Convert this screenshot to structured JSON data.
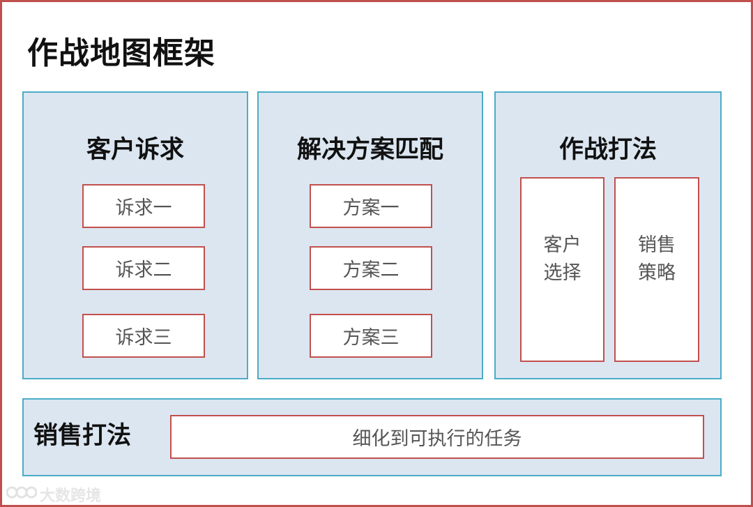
{
  "title": "作战地图框架",
  "panels": [
    {
      "title": "客户诉求",
      "items": [
        "诉求一",
        "诉求二",
        "诉求三"
      ]
    },
    {
      "title": "解决方案匹配",
      "items": [
        "方案一",
        "方案二",
        "方案三"
      ]
    },
    {
      "title": "作战打法",
      "items": [
        [
          "客户",
          "选择"
        ],
        [
          "销售",
          "策略"
        ]
      ]
    }
  ],
  "bottom": {
    "title": "销售打法",
    "content": "细化到可执行的任务"
  },
  "watermark": {
    "text": "大数跨境",
    "icon": "brand-logo-icon"
  },
  "colors": {
    "frame_border": "#c0504d",
    "panel_fill": "#dce6f1",
    "panel_border": "#4bacc6",
    "item_border": "#c0504d"
  }
}
